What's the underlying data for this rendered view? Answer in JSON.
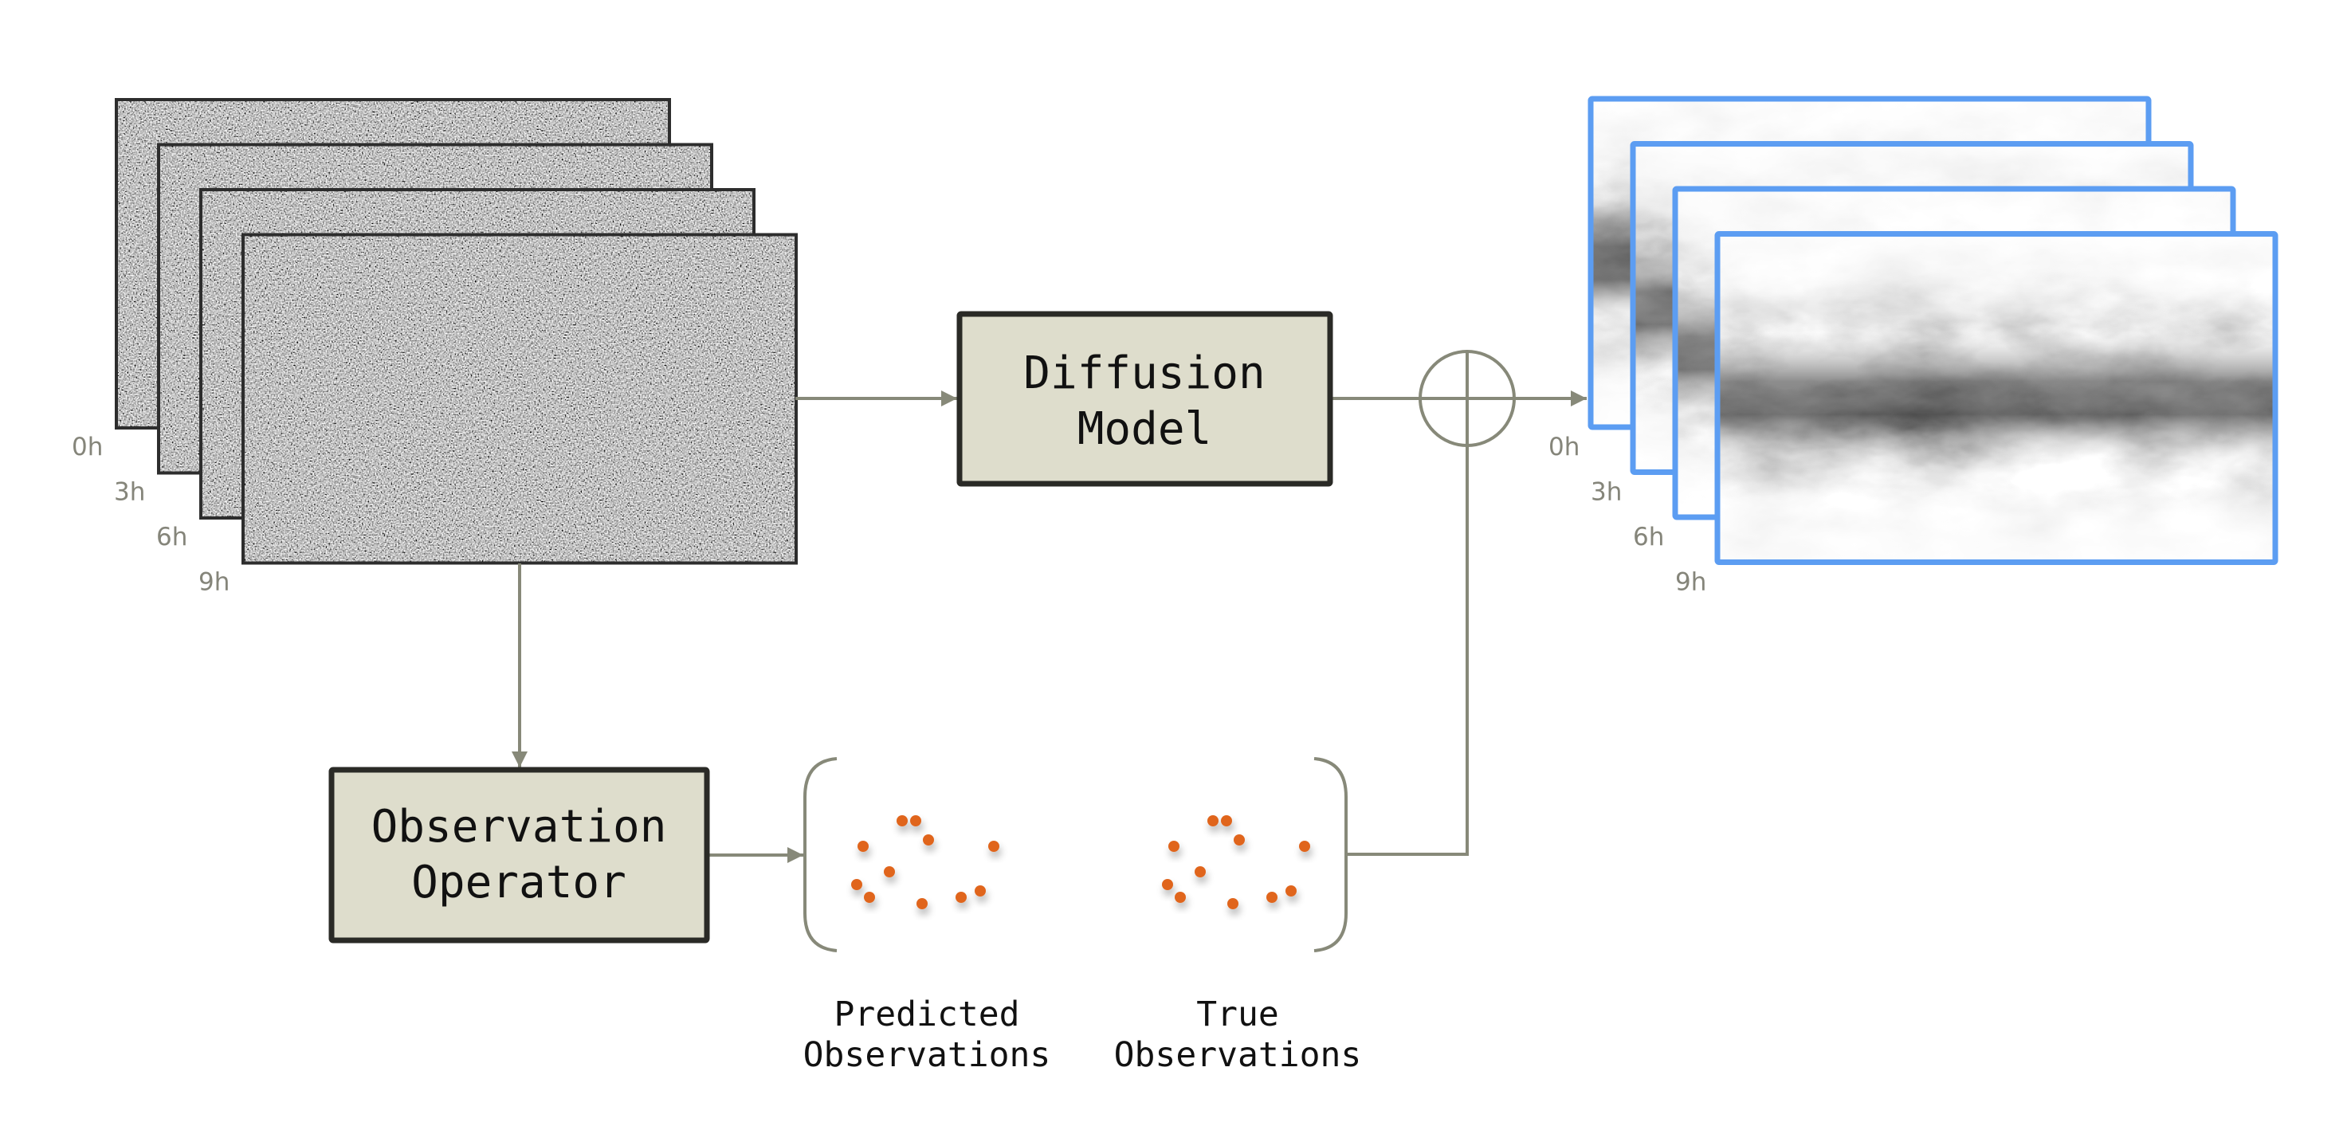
{
  "title": "Diffusion-based data assimilation diagram",
  "colors": {
    "box_fill": "#DEDDCC",
    "box_border": "#2A2A26",
    "connector": "#878979",
    "observation_dot": "#E0651C",
    "output_frame": "#5C9DF2",
    "input_frame": "#2D2D2D",
    "time_label": "#85857A"
  },
  "input_stack": {
    "description": "noise frames",
    "time_labels": [
      "0h",
      "3h",
      "6h",
      "9h"
    ]
  },
  "output_stack": {
    "description": "generated weather fields",
    "time_labels": [
      "0h",
      "3h",
      "6h",
      "9h"
    ]
  },
  "diffusion_model": {
    "lines": [
      "Diffusion",
      "Model"
    ]
  },
  "observation_operator": {
    "lines": [
      "Observation",
      "Operator"
    ]
  },
  "combine_node": {
    "symbol": "circle-plus"
  },
  "observations": {
    "predicted": {
      "label_lines": [
        "Predicted",
        "Observations"
      ],
      "point_count": 11
    },
    "true": {
      "label_lines": [
        "True",
        "Observations"
      ],
      "point_count": 11
    }
  }
}
